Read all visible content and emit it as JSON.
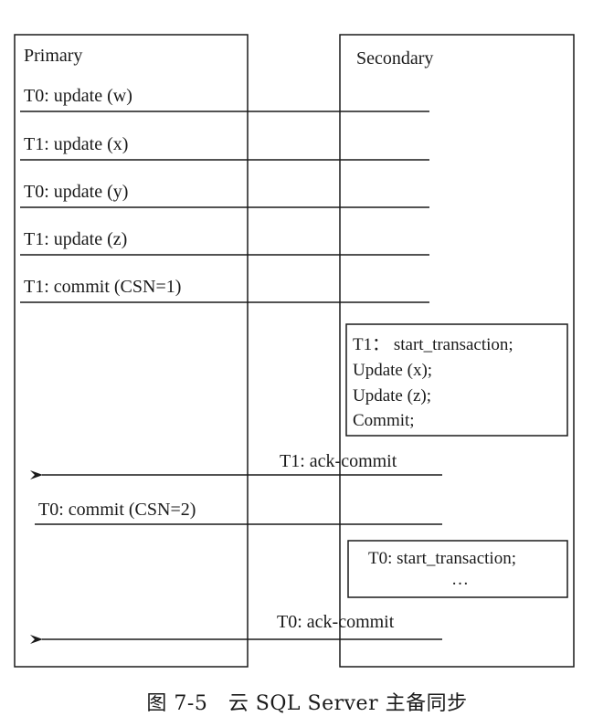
{
  "primary": {
    "title": "Primary",
    "entries": [
      "T0: update (w)",
      "T1: update (x)",
      "T0: update (y)",
      "T1: update (z)",
      "T1: commit (CSN=1)"
    ]
  },
  "secondary": {
    "title": "Secondary",
    "replay_box_1": {
      "lines": [
        "T1： start_transaction;",
        "Update (x);",
        "Update (z);",
        "Commit;"
      ]
    },
    "replay_box_2": {
      "lines": [
        "T0: start_transaction;",
        "…"
      ]
    }
  },
  "messages": {
    "ack_t1": "T1: ack-commit",
    "commit_t0": "T0: commit (CSN=2)",
    "ack_t0": "T0: ack-commit"
  },
  "caption": {
    "figure_number": "图 7-5",
    "text": "云 SQL Server 主备同步"
  }
}
